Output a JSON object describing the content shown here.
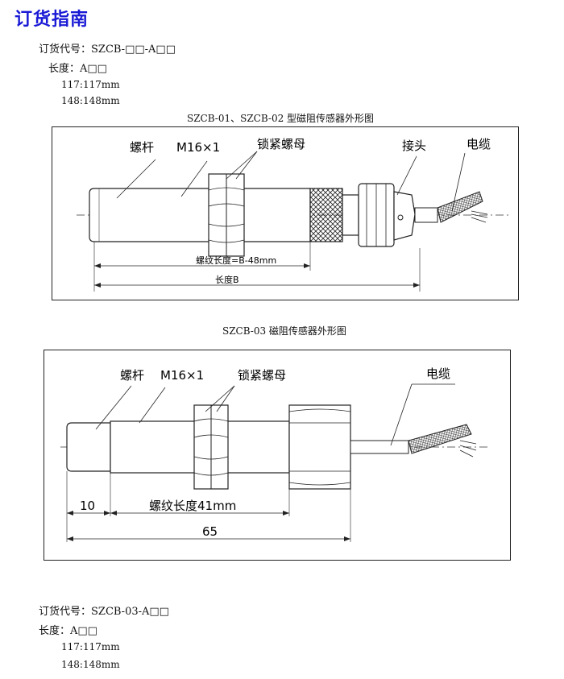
{
  "heading": "订货指南",
  "order1": {
    "code_line": "订货代号：SZCB-□□-A□□",
    "length_line": "长度：A□□",
    "opt1": "117:117mm",
    "opt2": "148:148mm"
  },
  "fig1": {
    "caption": "SZCB-01、SZCB-02 型磁阻传感器外形图",
    "label_rod": "螺杆",
    "label_thread": "M16×1",
    "label_nut": "锁紧螺母",
    "label_connector": "接头",
    "label_cable": "电缆",
    "dim_thread": "螺纹长度=B-48mm",
    "dim_length": "长度B"
  },
  "fig2": {
    "caption": "SZCB-03 磁阻传感器外形图",
    "label_rod": "螺杆",
    "label_thread": "M16×1",
    "label_nut": "锁紧螺母",
    "label_cable": "电缆",
    "dim_tip": "10",
    "dim_thread": "螺纹长度41mm",
    "dim_total": "65"
  },
  "order2": {
    "code_line": "订货代号：SZCB-03-A□□",
    "length_line": "长度：A□□",
    "opt1": "117:117mm",
    "opt2": "148:148mm"
  }
}
